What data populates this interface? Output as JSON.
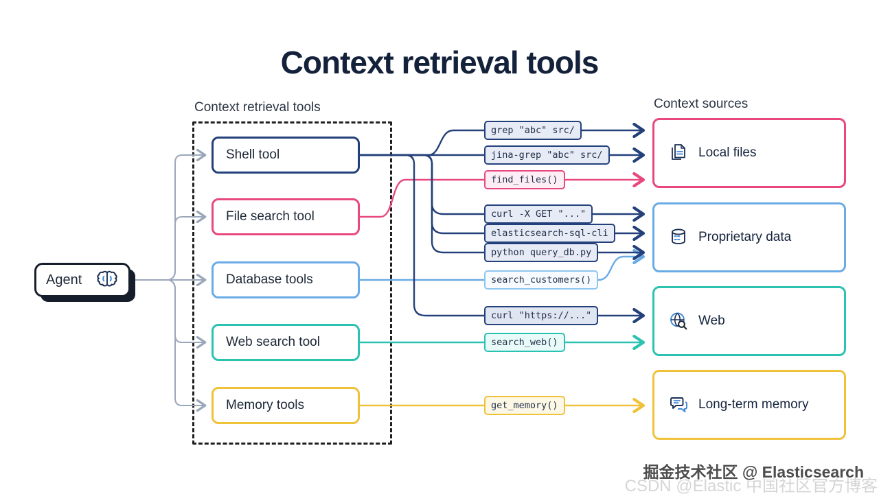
{
  "title": "Context retrieval tools",
  "palette": {
    "navy": "#24407a",
    "dark_text": "#14213a",
    "pink": "#e8487f",
    "blue": "#69abe6",
    "teal": "#2cc2b2",
    "yellow": "#f0c23a",
    "gray_connector": "#9aa7bb"
  },
  "agent": {
    "label": "Agent",
    "icon": "brain-gear-icon"
  },
  "tools_group": {
    "label": "Context retrieval tools",
    "items": [
      {
        "label": "Shell tool",
        "color": "#24407a"
      },
      {
        "label": "File search tool",
        "color": "#e8487f"
      },
      {
        "label": "Database tools",
        "color": "#69abe6"
      },
      {
        "label": "Web search tool",
        "color": "#2cc2b2"
      },
      {
        "label": "Memory tools",
        "color": "#f0c23a"
      }
    ]
  },
  "commands": [
    {
      "label": "grep \"abc\" src/",
      "border": "#24407a",
      "bg": "#e7ebf5"
    },
    {
      "label": "jina-grep \"abc\" src/",
      "border": "#24407a",
      "bg": "#e7ebf5"
    },
    {
      "label": "find_files()",
      "border": "#e8487f",
      "bg": "#fdeef5"
    },
    {
      "label": "curl -X GET \"...\"",
      "border": "#24407a",
      "bg": "#e7ebf5"
    },
    {
      "label": "elasticsearch-sql-cli",
      "border": "#24407a",
      "bg": "#e7ebf5"
    },
    {
      "label": "python query_db.py",
      "border": "#24407a",
      "bg": "#e7ebf5"
    },
    {
      "label": "search_customers()",
      "border": "#8ec6ee",
      "bg": "#f7fbff"
    },
    {
      "label": "curl \"https://...\"",
      "border": "#24407a",
      "bg": "#e0e5f2"
    },
    {
      "label": "search_web()",
      "border": "#2cc2b2",
      "bg": "#e9fbf8"
    },
    {
      "label": "get_memory()",
      "border": "#f0c23a",
      "bg": "#fdf8e6"
    }
  ],
  "sources_group": {
    "label": "Context sources",
    "items": [
      {
        "label": "Local files",
        "color": "#e8487f",
        "icon": "documents-icon"
      },
      {
        "label": "Proprietary data",
        "color": "#69abe6",
        "icon": "database-icon"
      },
      {
        "label": "Web",
        "color": "#2cc2b2",
        "icon": "globe-search-icon"
      },
      {
        "label": "Long-term memory",
        "color": "#f0c23a",
        "icon": "chat-bubbles-icon"
      }
    ]
  },
  "watermark": {
    "line1": "掘金技术社区 @ Elasticsearch",
    "line2": "CSDN @Elastic 中国社区官方博客"
  }
}
